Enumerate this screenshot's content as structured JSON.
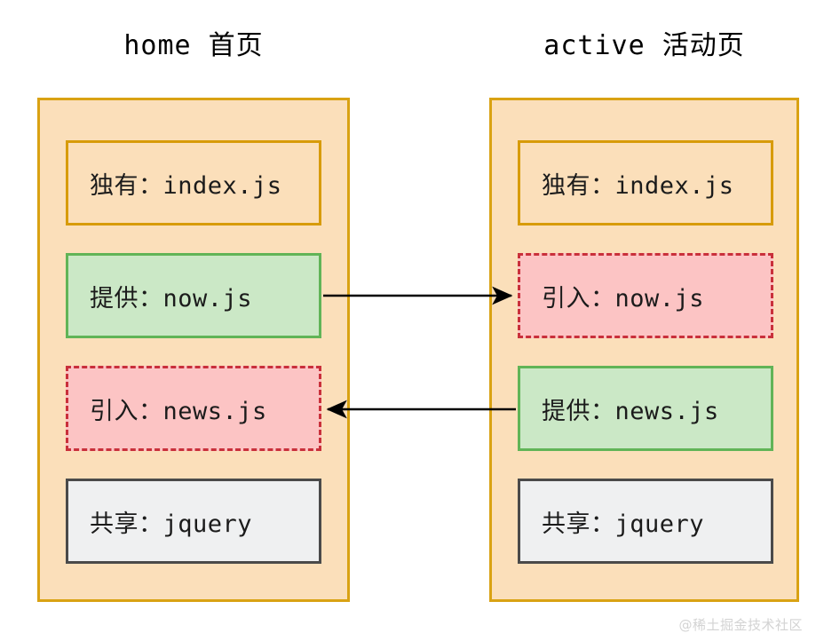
{
  "diagram": {
    "title_left": "home 首页",
    "title_right": "active 活动页",
    "watermark": "@稀土掘金技术社区"
  },
  "columns": [
    {
      "id": "home",
      "title": "home 首页",
      "modules": [
        {
          "kind": "unique",
          "label": "独有：index.js"
        },
        {
          "kind": "provide",
          "label": "提供：now.js"
        },
        {
          "kind": "import",
          "label": "引入：news.js"
        },
        {
          "kind": "shared",
          "label": "共享：jquery"
        }
      ]
    },
    {
      "id": "active",
      "title": "active 活动页",
      "modules": [
        {
          "kind": "unique",
          "label": "独有：index.js"
        },
        {
          "kind": "import",
          "label": "引入：now.js"
        },
        {
          "kind": "provide",
          "label": "提供：news.js"
        },
        {
          "kind": "shared",
          "label": "共享：jquery"
        }
      ]
    }
  ],
  "arrows": [
    {
      "id": "now-js-arrow",
      "from": "home.provide.now.js",
      "to": "active.import.now.js",
      "direction": "right"
    },
    {
      "id": "news-js-arrow",
      "from": "active.provide.news.js",
      "to": "home.import.news.js",
      "direction": "left"
    }
  ],
  "colors": {
    "page_fill": "#fbdfba",
    "page_border": "#d9a213",
    "unique_border": "#d79b0a",
    "provide_fill": "#cbe8c6",
    "provide_border": "#61b457",
    "import_fill": "#fcc4c4",
    "import_border": "#c9303b",
    "shared_fill": "#eff0f1",
    "shared_border": "#4a4a4a",
    "arrow": "#000000",
    "watermark": "#d3d3d3"
  }
}
